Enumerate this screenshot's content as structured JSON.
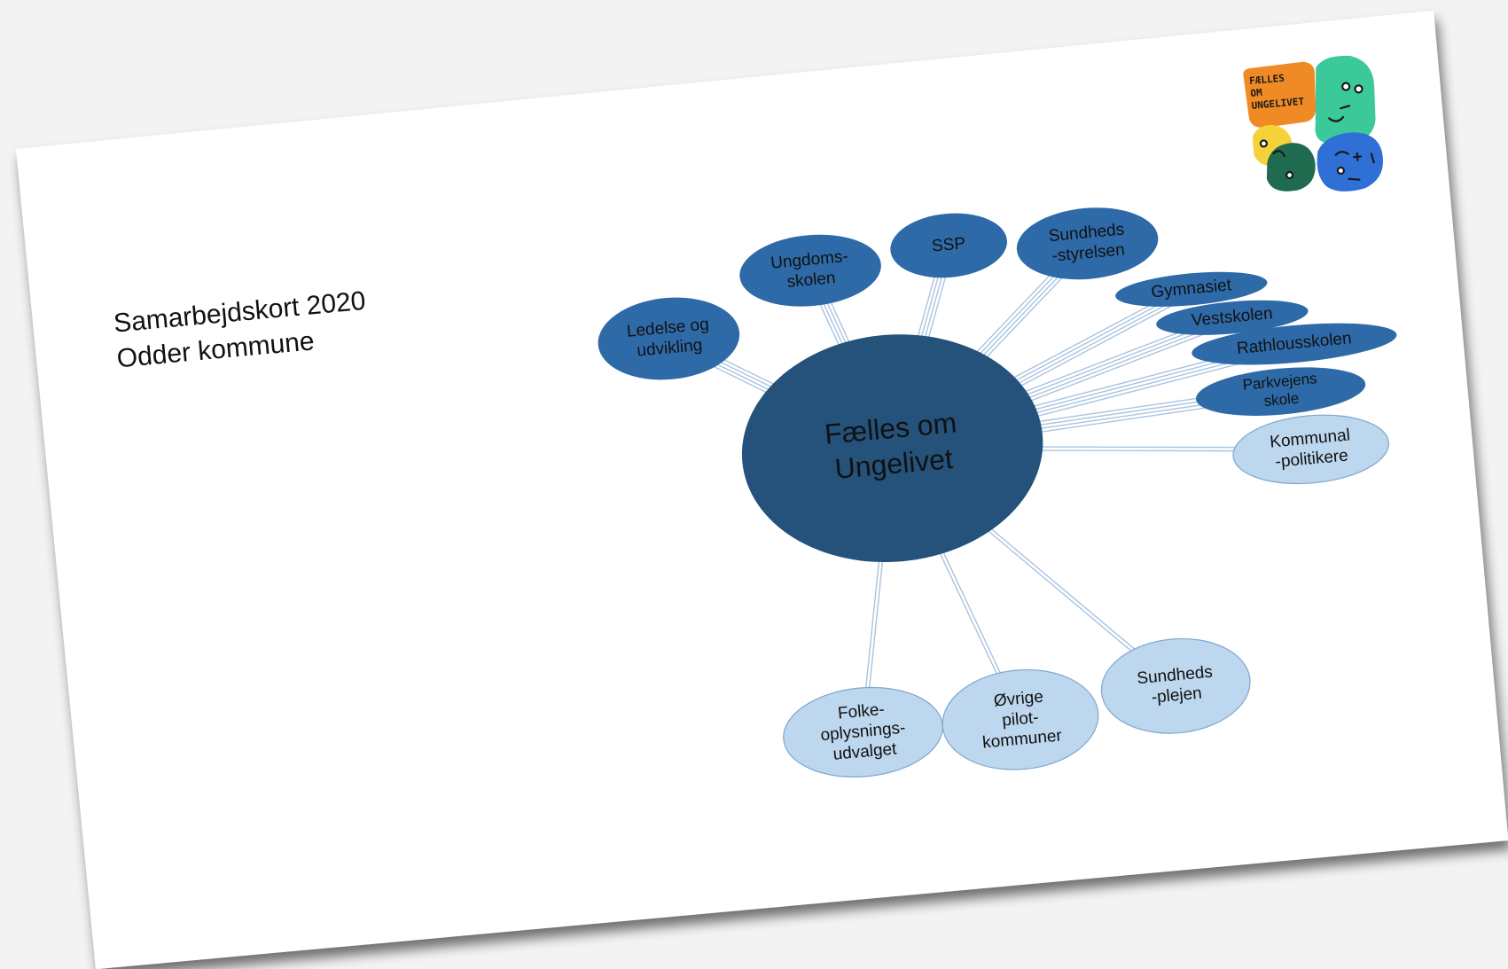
{
  "slide": {
    "title_line1": "Samarbejdskort 2020",
    "title_line2": "Odder kommune"
  },
  "logo": {
    "text_lines": [
      "FÆLLES",
      "OM",
      "UNGELIVET"
    ],
    "colors": [
      "#f08a24",
      "#3bc99a",
      "#f5d23a",
      "#1f6b50",
      "#2f6fd6"
    ]
  },
  "colors": {
    "background": "#f3f3f3",
    "slide": "#ffffff",
    "center_fill": "#24527a",
    "dark_node_fill": "#2e6aa8",
    "light_node_fill": "#bdd7ee",
    "light_node_stroke": "#7fa7cf",
    "connector": "#a9c4df"
  },
  "center": {
    "lines": [
      "Fælles om",
      "Ungelivet"
    ]
  },
  "nodes": [
    {
      "id": "ledelse",
      "lines": [
        "Ledelse og",
        "udvikling"
      ],
      "style": "dark"
    },
    {
      "id": "ungdomsskolen",
      "lines": [
        "Ungdoms-",
        "skolen"
      ],
      "style": "dark"
    },
    {
      "id": "ssp",
      "lines": [
        "SSP"
      ],
      "style": "dark"
    },
    {
      "id": "sundhedsstyrelsen",
      "lines": [
        "Sundheds",
        "-styrelsen"
      ],
      "style": "dark"
    },
    {
      "id": "gymnasiet",
      "lines": [
        "Gymnasiet"
      ],
      "style": "dark"
    },
    {
      "id": "vestskolen",
      "lines": [
        "Vestskolen"
      ],
      "style": "dark"
    },
    {
      "id": "rathlousskolen",
      "lines": [
        "Rathlousskolen"
      ],
      "style": "dark"
    },
    {
      "id": "parkvejens",
      "lines": [
        "Parkvejens",
        "skole"
      ],
      "style": "dark"
    },
    {
      "id": "kommunalpolitikere",
      "lines": [
        "Kommunal",
        "-politikere"
      ],
      "style": "light"
    },
    {
      "id": "sundhedsplejen",
      "lines": [
        "Sundheds",
        "-plejen"
      ],
      "style": "light"
    },
    {
      "id": "ovrige",
      "lines": [
        "Øvrige",
        "pilot-",
        "kommuner"
      ],
      "style": "light"
    },
    {
      "id": "folkeoplysning",
      "lines": [
        "Folke-",
        "oplysnings-",
        "udvalget"
      ],
      "style": "light"
    }
  ]
}
